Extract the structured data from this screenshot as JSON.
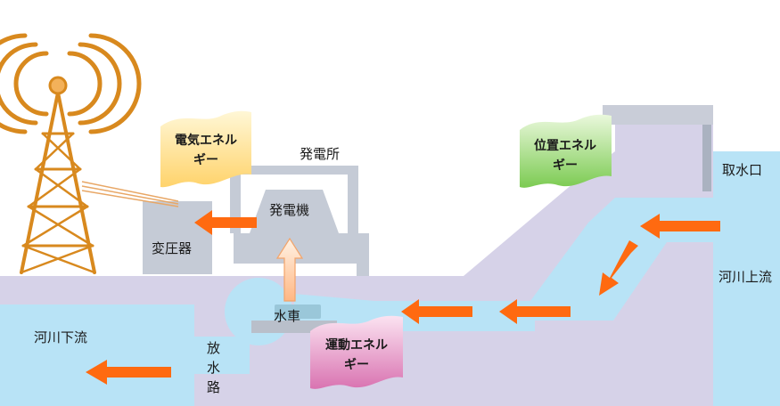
{
  "labels": {
    "power_station": "発電所",
    "generator": "発電機",
    "transformer": "変圧器",
    "turbine": "水車",
    "intake": "取水口",
    "river_upstream": "河川上流",
    "river_downstream": "河川下流",
    "tailrace": [
      "放",
      "水",
      "路"
    ]
  },
  "energy_cards": {
    "electric": [
      "電気エネル",
      "ギー"
    ],
    "potential": [
      "位置エネル",
      "ギー"
    ],
    "kinetic": [
      "運動エネル",
      "ギー"
    ]
  },
  "colors": {
    "ground": "#d5d2e7",
    "water": "#b7e3f5",
    "building": "#c6ccd6",
    "arrow": "#ff6a10",
    "tower": "#d8891e",
    "electric_card": "#ffe08a",
    "potential_card": "#92d46a",
    "kinetic_card": "#e58fc3"
  }
}
